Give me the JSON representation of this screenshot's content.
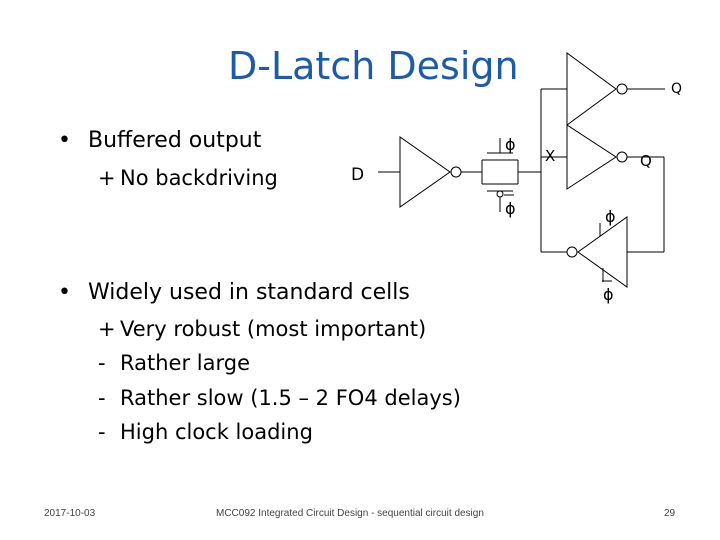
{
  "slide": {
    "title": "D-Latch Design",
    "bullets": [
      {
        "symbol": "•",
        "text": "Buffered output"
      },
      {
        "symbol": "+",
        "text": "No backdriving"
      },
      {
        "symbol": "•",
        "text": "Widely used in standard cells"
      },
      {
        "symbol": "+",
        "text": "Very robust (most important)"
      },
      {
        "symbol": "-",
        "text": "Rather large"
      },
      {
        "symbol": "-",
        "text": "Rather slow (1.5 – 2 FO4 delays)"
      },
      {
        "symbol": "-",
        "text": "High clock loading"
      }
    ]
  },
  "circuit": {
    "d_label": "D",
    "x_label": "X",
    "q_label_top": "Q",
    "q_label_mid": "Q",
    "phi": "ϕ",
    "phi_bar": "ϕ"
  },
  "footer": {
    "date": "2017-10-03",
    "course": "MCC092 Integrated Circuit Design - sequential circuit design",
    "page": "29"
  }
}
